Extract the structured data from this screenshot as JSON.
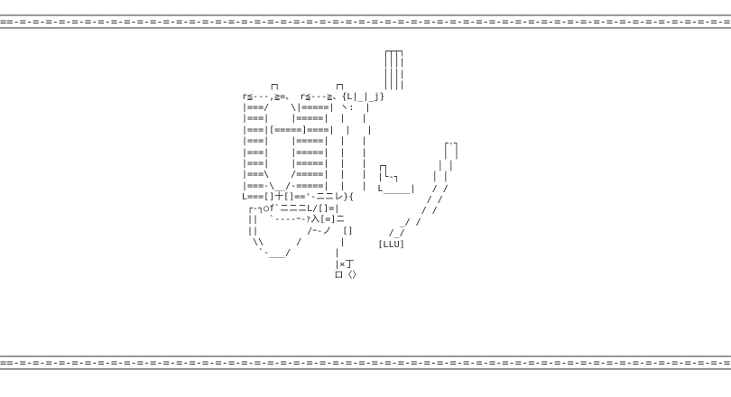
{
  "border": {
    "top_lines": [
      "─────────────────────────────────────────────────────────────────────────────────────────────────────────────────────────────────────────────────────",
      "==‐=‐=‐=‐=‐=‐=‐=‐=‐=‐=‐=‐=‐=‐=‐=‐=‐=‐=‐=‐=‐=‐=‐=‐=‐=‐=‐=‐=‐=‐=‐=‐=‐=‐=‐=‐=‐=‐=‐=‐=‐=‐=‐=‐=‐=‐=‐=‐=‐=‐=‐=‐=‐=‐=‐=‐=‐=‐=‐=‐=‐=‐=‐=‐=‐=‐=‐=‐=‐=‐=",
      "─────────────────────────────────────────────────────────────────────────────────────────────────────────────────────────────────────────────────────"
    ],
    "bottom_lines": [
      "─────────────────────────────────────────────────────────────────────────────────────────────────────────────────────────────────────────────────────",
      "==‐=‐=‐=‐=‐=‐=‐=‐=‐=‐=‐=‐=‐=‐=‐=‐=‐=‐=‐=‐=‐=‐=‐=‐=‐=‐=‐=‐=‐=‐=‐=‐=‐=‐=‐=‐=‐=‐=‐=‐=‐=‐=‐=‐=‐=‐=‐=‐=‐=‐=‐=‐=‐=‐=‐=‐=‐=‐=‐=‐=‐=‐=‐=‐=‐=‐=‐=‐=‐=‐=",
      "─────────────────────────────────────────────────────────────────────────────────────────────────────────────────────────────────────────────────────"
    ]
  },
  "art": {
    "lines": [
      "                           ┌┬┬┐",
      "                           │││|",
      "                           │││|",
      "      ┌┐          ┌┐       │││|",
      " r≦‐‐‐,≧=、 r≦‐‐‐≧、{L|_|_j}",
      " |===/    \\|=====| ヽ:  |",
      " |===|    |=====|  |   |",
      " |===|[=====]====|  |   |",
      " |===|    |=====|  |   |",
      " |===|    |=====|  |   |",
      " |===|    |=====|  |   |",
      " |===\\    /=====|  |   |",
      " |===‐\\__/‐=====|  |   |",
      " L===[]十[]=='‐ニニレ}{",
      "  ┌‐┐○f`ニニニL/[]=|",
      "  ||  `‐‐‐‐ｰ‐ｧ入[=]ニ",
      "  ||         /ｰ‐ノ  []",
      "   \\\\      /       |",
      "    `‐___/        |",
      "                  |×丁",
      "                  ロ〈〉"
    ],
    "side_lines": [
      "                                      ┌‐┐",
      "                                      │ │",
      "                          ┌┐         │ │",
      "                          |└‐┐      │ │",
      "                          L_____|   / /",
      "                                   / /",
      "                                  / /",
      "                              _/ /",
      "                            /_/",
      "                          [LLU]"
    ]
  }
}
